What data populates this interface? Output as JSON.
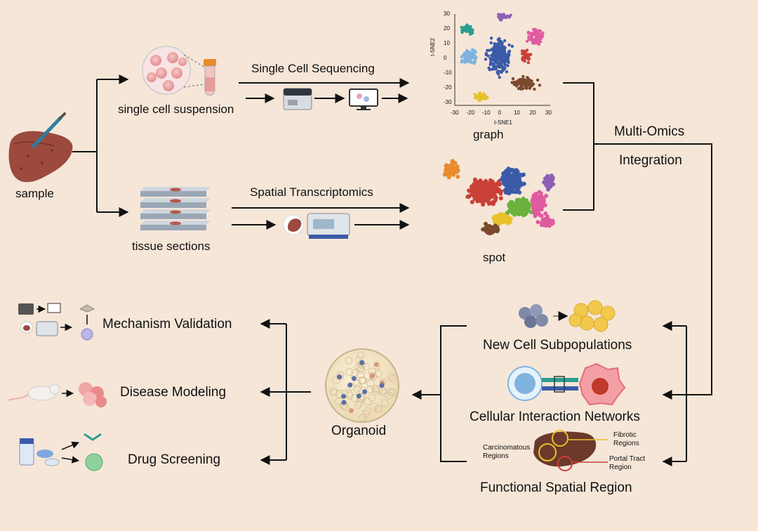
{
  "labels": {
    "sample": "sample",
    "single_cell_suspension": "single cell suspension",
    "single_cell_sequencing": "Single Cell Sequencing",
    "tissue_sections": "tissue sections",
    "spatial_transcriptomics": "Spatial Transcriptomics",
    "graph": "graph",
    "spot": "spot",
    "multi_omics_line1": "Multi-Omics",
    "multi_omics_line2": "Integration",
    "new_cell_subpopulations": "New Cell Subpopulations",
    "cellular_interaction_networks": "Cellular Interaction Networks",
    "functional_spatial_region": "Functional Spatial Region",
    "organoid": "Organoid",
    "mechanism_validation": "Mechanism Validation",
    "disease_modeling": "Disease Modeling",
    "drug_screening": "Drug Screening"
  },
  "tsne": {
    "x_label": "t-SNE1",
    "y_label": "t-SNE2",
    "x_ticks": [
      "-30",
      "-20",
      "-10",
      "0",
      "10",
      "20",
      "30"
    ],
    "y_ticks": [
      "30",
      "20",
      "10",
      "0",
      "-10",
      "-20",
      "-30"
    ]
  },
  "region_labels": {
    "carcinomatous": [
      "Carcinomatous",
      "Regions"
    ],
    "fibrotic": [
      "Fibrotic",
      "Regions"
    ],
    "portal_tract": [
      "Portal Tract",
      "Region"
    ]
  },
  "colors": {
    "background": "#f5e6d8",
    "arrow": "#111111",
    "liver": "#9c4a3e",
    "cluster_teal": "#2a9d8f",
    "cluster_blue": "#3b5ba8",
    "cluster_light_blue": "#7fb3df",
    "cluster_purple": "#8e5fb5",
    "cluster_pink": "#e05ba0",
    "cluster_red": "#c94038",
    "cluster_brown": "#7b4a2e",
    "cluster_yellow": "#e8c22b",
    "cluster_green": "#6bb23d",
    "cluster_orange": "#e98a2c"
  },
  "icons": [
    "liver-icon",
    "scalpel-icon",
    "cell-suspension-icon",
    "test-tube-icon",
    "sequencer-icon",
    "monitor-icon",
    "tissue-slides-icon",
    "tissue-icon",
    "spatial-instrument-icon",
    "tsne-plot",
    "spatial-spot-plot",
    "cell-cluster-icon",
    "interaction-icon",
    "liver-region-icon",
    "organoid-icon",
    "mouse-icon",
    "pills-icon"
  ]
}
